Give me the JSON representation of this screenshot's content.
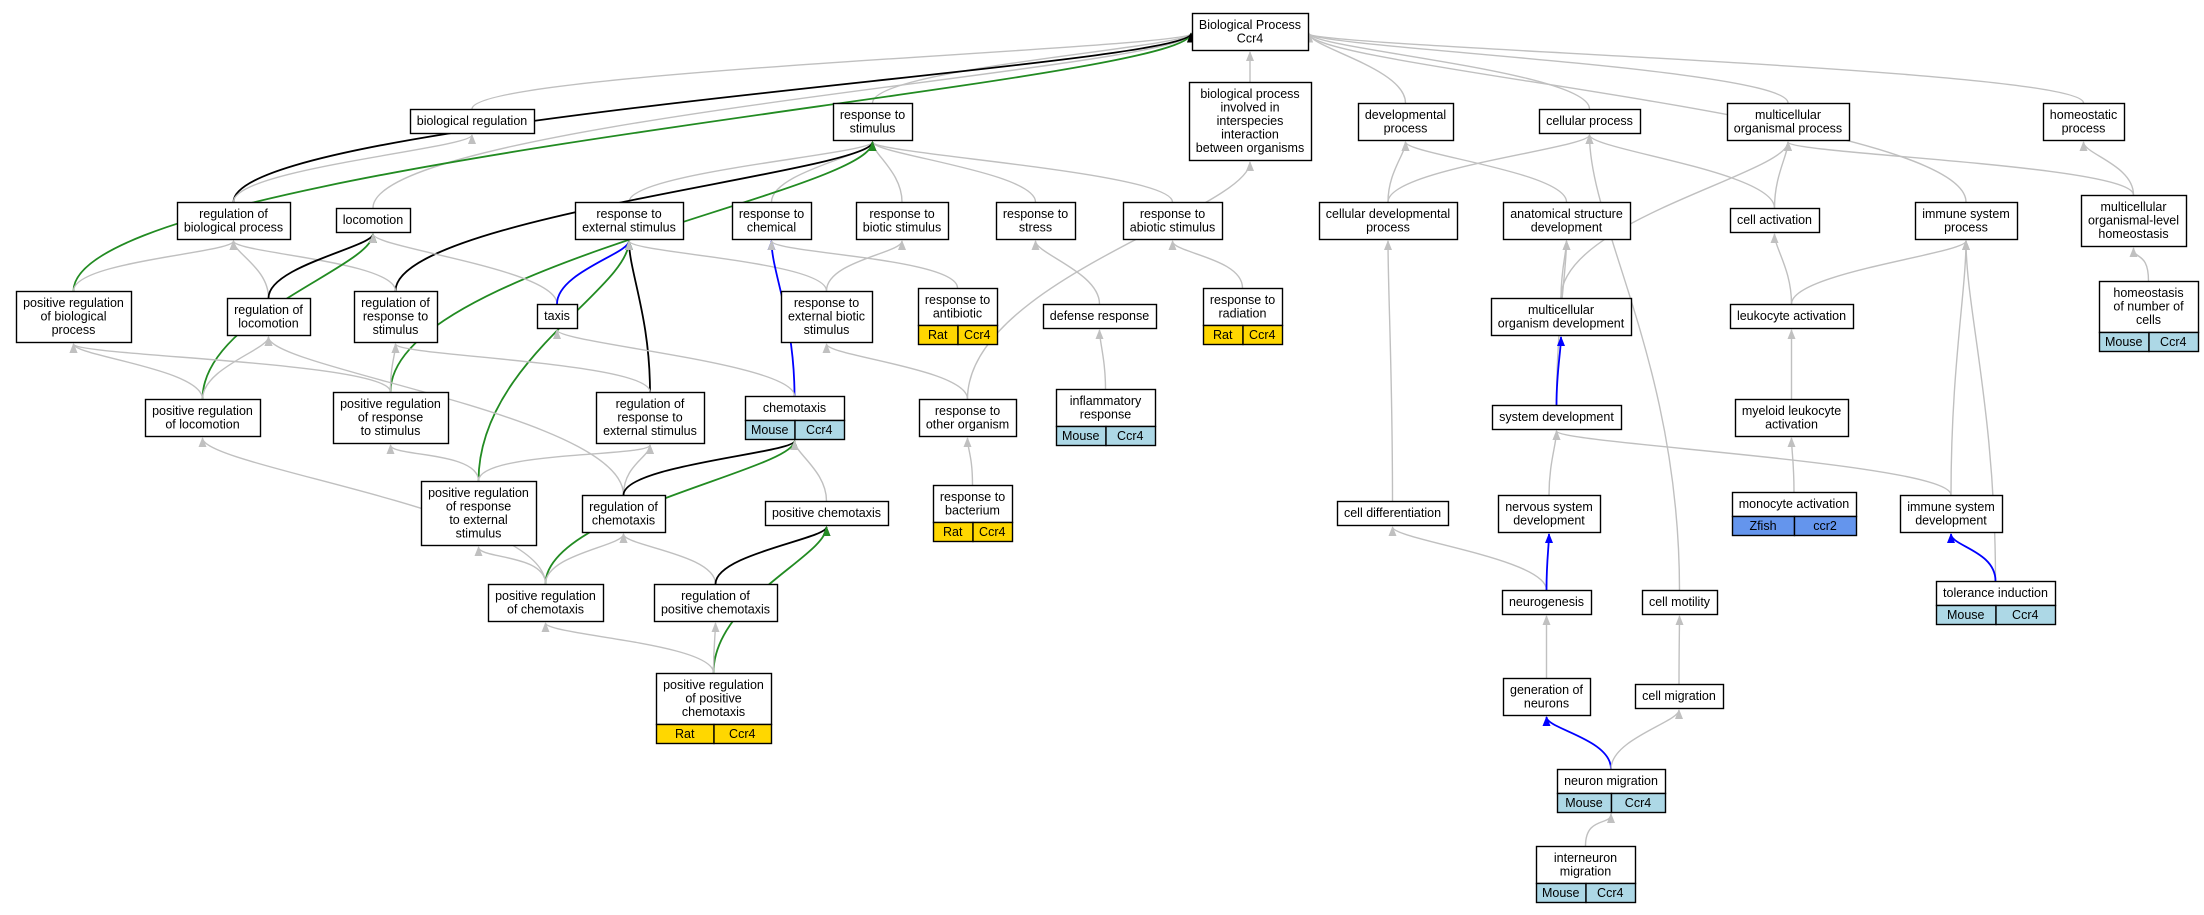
{
  "colors": {
    "default_edge": "#c0c0c0",
    "green_edge": "#228b22",
    "black_edge": "#000000",
    "blue_edge": "#0000ff",
    "rat": "#ffd700",
    "mouse": "#add8e6",
    "zfish": "#6495ed"
  },
  "nodes": [
    {
      "id": "root",
      "lines": [
        "Biological Process",
        "Ccr4"
      ]
    },
    {
      "id": "bioreg",
      "lines": [
        "biological regulation"
      ]
    },
    {
      "id": "resp_stim",
      "lines": [
        "response to",
        "stimulus"
      ]
    },
    {
      "id": "interspecies",
      "lines": [
        "biological process",
        "involved in",
        "interspecies",
        "interaction",
        "between organisms"
      ]
    },
    {
      "id": "dev_proc",
      "lines": [
        "developmental",
        "process"
      ]
    },
    {
      "id": "cell_proc",
      "lines": [
        "cellular process"
      ]
    },
    {
      "id": "multi_proc",
      "lines": [
        "multicellular",
        "organismal process"
      ]
    },
    {
      "id": "homeo_proc",
      "lines": [
        "homeostatic",
        "process"
      ]
    },
    {
      "id": "reg_bio",
      "lines": [
        "regulation of",
        "biological process"
      ]
    },
    {
      "id": "locomotion",
      "lines": [
        "locomotion"
      ]
    },
    {
      "id": "resp_ext",
      "lines": [
        "response to",
        "external stimulus"
      ]
    },
    {
      "id": "resp_chem",
      "lines": [
        "response to",
        "chemical"
      ]
    },
    {
      "id": "resp_biotic",
      "lines": [
        "response to",
        "biotic stimulus"
      ]
    },
    {
      "id": "resp_stress",
      "lines": [
        "response to",
        "stress"
      ]
    },
    {
      "id": "resp_abiotic",
      "lines": [
        "response to",
        "abiotic stimulus"
      ]
    },
    {
      "id": "cell_dev",
      "lines": [
        "cellular developmental",
        "process"
      ]
    },
    {
      "id": "anat_dev",
      "lines": [
        "anatomical structure",
        "development"
      ]
    },
    {
      "id": "cell_act",
      "lines": [
        "cell activation"
      ]
    },
    {
      "id": "immune_proc",
      "lines": [
        "immune system",
        "process"
      ]
    },
    {
      "id": "multi_homeo",
      "lines": [
        "multicellular",
        "organismal-level",
        "homeostasis"
      ]
    },
    {
      "id": "pos_reg_bio",
      "lines": [
        "positive regulation",
        "of biological",
        "process"
      ]
    },
    {
      "id": "reg_loco",
      "lines": [
        "regulation of",
        "locomotion"
      ]
    },
    {
      "id": "reg_resp_stim",
      "lines": [
        "regulation of",
        "response to",
        "stimulus"
      ]
    },
    {
      "id": "taxis",
      "lines": [
        "taxis"
      ]
    },
    {
      "id": "resp_ext_biotic",
      "lines": [
        "response to",
        "external biotic",
        "stimulus"
      ]
    },
    {
      "id": "resp_antibiotic",
      "lines": [
        "response to",
        "antibiotic"
      ],
      "species": [
        "Rat",
        "Ccr4"
      ],
      "species_color": "rat"
    },
    {
      "id": "defense",
      "lines": [
        "defense response"
      ]
    },
    {
      "id": "resp_radiation",
      "lines": [
        "response to",
        "radiation"
      ],
      "species": [
        "Rat",
        "Ccr4"
      ],
      "species_color": "rat"
    },
    {
      "id": "multi_org_dev",
      "lines": [
        "multicellular",
        "organism development"
      ]
    },
    {
      "id": "leuk_act",
      "lines": [
        "leukocyte activation"
      ]
    },
    {
      "id": "homeo_cells",
      "lines": [
        "homeostasis",
        "of number of",
        "cells"
      ],
      "species": [
        "Mouse",
        "Ccr4"
      ],
      "species_color": "mouse"
    },
    {
      "id": "pos_reg_loco",
      "lines": [
        "positive regulation",
        "of locomotion"
      ]
    },
    {
      "id": "pos_reg_resp_stim",
      "lines": [
        "positive regulation",
        "of response",
        "to stimulus"
      ]
    },
    {
      "id": "reg_resp_ext",
      "lines": [
        "regulation of",
        "response to",
        "external stimulus"
      ]
    },
    {
      "id": "chemotaxis",
      "lines": [
        "chemotaxis"
      ],
      "species": [
        "Mouse",
        "Ccr4"
      ],
      "species_color": "mouse"
    },
    {
      "id": "resp_other_org",
      "lines": [
        "response to",
        "other organism"
      ]
    },
    {
      "id": "inflam",
      "lines": [
        "inflammatory",
        "response"
      ],
      "species": [
        "Mouse",
        "Ccr4"
      ],
      "species_color": "mouse"
    },
    {
      "id": "sys_dev",
      "lines": [
        "system development"
      ]
    },
    {
      "id": "myeloid_act",
      "lines": [
        "myeloid leukocyte",
        "activation"
      ]
    },
    {
      "id": "pos_reg_resp_ext",
      "lines": [
        "positive regulation",
        "of response",
        "to external",
        "stimulus"
      ]
    },
    {
      "id": "reg_chemo",
      "lines": [
        "regulation of",
        "chemotaxis"
      ]
    },
    {
      "id": "pos_chemo",
      "lines": [
        "positive chemotaxis"
      ]
    },
    {
      "id": "resp_bacterium",
      "lines": [
        "response to",
        "bacterium"
      ],
      "species": [
        "Rat",
        "Ccr4"
      ],
      "species_color": "rat"
    },
    {
      "id": "cell_diff",
      "lines": [
        "cell differentiation"
      ]
    },
    {
      "id": "nerv_dev",
      "lines": [
        "nervous system",
        "development"
      ]
    },
    {
      "id": "mono_act",
      "lines": [
        "monocyte activation"
      ],
      "species": [
        "Zfish",
        "ccr2"
      ],
      "species_color": "zfish"
    },
    {
      "id": "immune_dev",
      "lines": [
        "immune system",
        "development"
      ]
    },
    {
      "id": "pos_reg_chemo",
      "lines": [
        "positive regulation",
        "of chemotaxis"
      ]
    },
    {
      "id": "reg_pos_chemo",
      "lines": [
        "regulation of",
        "positive chemotaxis"
      ]
    },
    {
      "id": "neurogenesis",
      "lines": [
        "neurogenesis"
      ]
    },
    {
      "id": "cell_motility",
      "lines": [
        "cell motility"
      ]
    },
    {
      "id": "tolerance",
      "lines": [
        "tolerance induction"
      ],
      "species": [
        "Mouse",
        "Ccr4"
      ],
      "species_color": "mouse"
    },
    {
      "id": "pos_reg_pos_chemo",
      "lines": [
        "positive regulation",
        "of positive",
        "chemotaxis"
      ],
      "species": [
        "Rat",
        "Ccr4"
      ],
      "species_color": "rat"
    },
    {
      "id": "gen_neurons",
      "lines": [
        "generation of",
        "neurons"
      ]
    },
    {
      "id": "cell_migration",
      "lines": [
        "cell migration"
      ]
    },
    {
      "id": "neuron_mig",
      "lines": [
        "neuron migration"
      ],
      "species": [
        "Mouse",
        "Ccr4"
      ],
      "species_color": "mouse"
    },
    {
      "id": "interneuron_mig",
      "lines": [
        "interneuron",
        "migration"
      ],
      "species": [
        "Mouse",
        "Ccr4"
      ],
      "species_color": "mouse"
    }
  ],
  "edges": [
    {
      "from": "bioreg",
      "to": "root",
      "type": "default"
    },
    {
      "from": "resp_stim",
      "to": "root",
      "type": "default"
    },
    {
      "from": "interspecies",
      "to": "root",
      "type": "default"
    },
    {
      "from": "dev_proc",
      "to": "root",
      "type": "default"
    },
    {
      "from": "cell_proc",
      "to": "root",
      "type": "default"
    },
    {
      "from": "multi_proc",
      "to": "root",
      "type": "default"
    },
    {
      "from": "homeo_proc",
      "to": "root",
      "type": "default"
    },
    {
      "from": "locomotion",
      "to": "root",
      "type": "default"
    },
    {
      "from": "immune_proc",
      "to": "root",
      "type": "default"
    },
    {
      "from": "pos_reg_bio",
      "to": "root",
      "type": "green"
    },
    {
      "from": "reg_bio",
      "to": "root",
      "type": "black"
    },
    {
      "from": "reg_bio",
      "to": "bioreg",
      "type": "default"
    },
    {
      "from": "resp_ext",
      "to": "resp_stim",
      "type": "default"
    },
    {
      "from": "resp_chem",
      "to": "resp_stim",
      "type": "default"
    },
    {
      "from": "resp_biotic",
      "to": "resp_stim",
      "type": "default"
    },
    {
      "from": "resp_stress",
      "to": "resp_stim",
      "type": "default"
    },
    {
      "from": "resp_abiotic",
      "to": "resp_stim",
      "type": "default"
    },
    {
      "from": "reg_resp_stim",
      "to": "resp_stim",
      "type": "black"
    },
    {
      "from": "pos_reg_resp_stim",
      "to": "resp_stim",
      "type": "green"
    },
    {
      "from": "cell_dev",
      "to": "dev_proc",
      "type": "default"
    },
    {
      "from": "anat_dev",
      "to": "dev_proc",
      "type": "default"
    },
    {
      "from": "cell_dev",
      "to": "cell_proc",
      "type": "default"
    },
    {
      "from": "cell_act",
      "to": "cell_proc",
      "type": "default"
    },
    {
      "from": "cell_motility",
      "to": "cell_proc",
      "type": "default"
    },
    {
      "from": "cell_act",
      "to": "multi_proc",
      "type": "default"
    },
    {
      "from": "multi_homeo",
      "to": "multi_proc",
      "type": "default"
    },
    {
      "from": "multi_org_dev",
      "to": "multi_proc",
      "type": "default"
    },
    {
      "from": "multi_homeo",
      "to": "homeo_proc",
      "type": "default"
    },
    {
      "from": "pos_reg_bio",
      "to": "reg_bio",
      "type": "default"
    },
    {
      "from": "reg_loco",
      "to": "reg_bio",
      "type": "default"
    },
    {
      "from": "reg_resp_stim",
      "to": "reg_bio",
      "type": "default"
    },
    {
      "from": "reg_loco",
      "to": "locomotion",
      "type": "black"
    },
    {
      "from": "pos_reg_loco",
      "to": "locomotion",
      "type": "green"
    },
    {
      "from": "taxis",
      "to": "locomotion",
      "type": "default"
    },
    {
      "from": "taxis",
      "to": "resp_ext",
      "type": "blue"
    },
    {
      "from": "reg_resp_ext",
      "to": "resp_ext",
      "type": "black"
    },
    {
      "from": "pos_reg_resp_ext",
      "to": "resp_ext",
      "type": "green"
    },
    {
      "from": "resp_ext_biotic",
      "to": "resp_ext",
      "type": "default"
    },
    {
      "from": "chemotaxis",
      "to": "resp_chem",
      "type": "blue"
    },
    {
      "from": "resp_antibiotic",
      "to": "resp_chem",
      "type": "default"
    },
    {
      "from": "resp_ext_biotic",
      "to": "resp_biotic",
      "type": "default"
    },
    {
      "from": "defense",
      "to": "resp_stress",
      "type": "default"
    },
    {
      "from": "resp_radiation",
      "to": "resp_abiotic",
      "type": "default"
    },
    {
      "from": "resp_other_org",
      "to": "interspecies",
      "type": "default"
    },
    {
      "from": "cell_diff",
      "to": "cell_dev",
      "type": "default"
    },
    {
      "from": "multi_org_dev",
      "to": "anat_dev",
      "type": "default"
    },
    {
      "from": "sys_dev",
      "to": "anat_dev",
      "type": "default"
    },
    {
      "from": "leuk_act",
      "to": "cell_act",
      "type": "default"
    },
    {
      "from": "leuk_act",
      "to": "immune_proc",
      "type": "default"
    },
    {
      "from": "immune_dev",
      "to": "immune_proc",
      "type": "default"
    },
    {
      "from": "tolerance",
      "to": "immune_proc",
      "type": "default"
    },
    {
      "from": "homeo_cells",
      "to": "multi_homeo",
      "type": "default"
    },
    {
      "from": "pos_reg_loco",
      "to": "pos_reg_bio",
      "type": "default"
    },
    {
      "from": "pos_reg_resp_stim",
      "to": "pos_reg_bio",
      "type": "default"
    },
    {
      "from": "pos_reg_loco",
      "to": "reg_loco",
      "type": "default"
    },
    {
      "from": "reg_chemo",
      "to": "reg_loco",
      "type": "default"
    },
    {
      "from": "pos_reg_resp_stim",
      "to": "reg_resp_stim",
      "type": "default"
    },
    {
      "from": "reg_resp_ext",
      "to": "reg_resp_stim",
      "type": "default"
    },
    {
      "from": "chemotaxis",
      "to": "taxis",
      "type": "default"
    },
    {
      "from": "resp_other_org",
      "to": "resp_ext_biotic",
      "type": "default"
    },
    {
      "from": "inflam",
      "to": "defense",
      "type": "default"
    },
    {
      "from": "sys_dev",
      "to": "multi_org_dev",
      "type": "blue"
    },
    {
      "from": "myeloid_act",
      "to": "leuk_act",
      "type": "default"
    },
    {
      "from": "pos_reg_chemo",
      "to": "pos_reg_loco",
      "type": "default"
    },
    {
      "from": "pos_reg_resp_ext",
      "to": "pos_reg_resp_stim",
      "type": "default"
    },
    {
      "from": "pos_reg_resp_ext",
      "to": "reg_resp_ext",
      "type": "default"
    },
    {
      "from": "reg_chemo",
      "to": "reg_resp_ext",
      "type": "default"
    },
    {
      "from": "reg_chemo",
      "to": "chemotaxis",
      "type": "black"
    },
    {
      "from": "pos_reg_chemo",
      "to": "chemotaxis",
      "type": "green"
    },
    {
      "from": "pos_chemo",
      "to": "chemotaxis",
      "type": "default"
    },
    {
      "from": "resp_bacterium",
      "to": "resp_other_org",
      "type": "default"
    },
    {
      "from": "nerv_dev",
      "to": "sys_dev",
      "type": "default"
    },
    {
      "from": "immune_dev",
      "to": "sys_dev",
      "type": "default"
    },
    {
      "from": "mono_act",
      "to": "myeloid_act",
      "type": "default"
    },
    {
      "from": "pos_reg_chemo",
      "to": "pos_reg_resp_ext",
      "type": "default"
    },
    {
      "from": "pos_reg_chemo",
      "to": "reg_chemo",
      "type": "default"
    },
    {
      "from": "reg_pos_chemo",
      "to": "reg_chemo",
      "type": "default"
    },
    {
      "from": "reg_pos_chemo",
      "to": "pos_chemo",
      "type": "black"
    },
    {
      "from": "pos_reg_pos_chemo",
      "to": "pos_chemo",
      "type": "green"
    },
    {
      "from": "neurogenesis",
      "to": "cell_diff",
      "type": "default"
    },
    {
      "from": "neurogenesis",
      "to": "nerv_dev",
      "type": "blue"
    },
    {
      "from": "tolerance",
      "to": "immune_dev",
      "type": "blue"
    },
    {
      "from": "pos_reg_pos_chemo",
      "to": "pos_reg_chemo",
      "type": "default"
    },
    {
      "from": "pos_reg_pos_chemo",
      "to": "reg_pos_chemo",
      "type": "default"
    },
    {
      "from": "gen_neurons",
      "to": "neurogenesis",
      "type": "default"
    },
    {
      "from": "cell_migration",
      "to": "cell_motility",
      "type": "default"
    },
    {
      "from": "neuron_mig",
      "to": "gen_neurons",
      "type": "blue"
    },
    {
      "from": "neuron_mig",
      "to": "cell_migration",
      "type": "default"
    },
    {
      "from": "interneuron_mig",
      "to": "neuron_mig",
      "type": "default"
    }
  ]
}
